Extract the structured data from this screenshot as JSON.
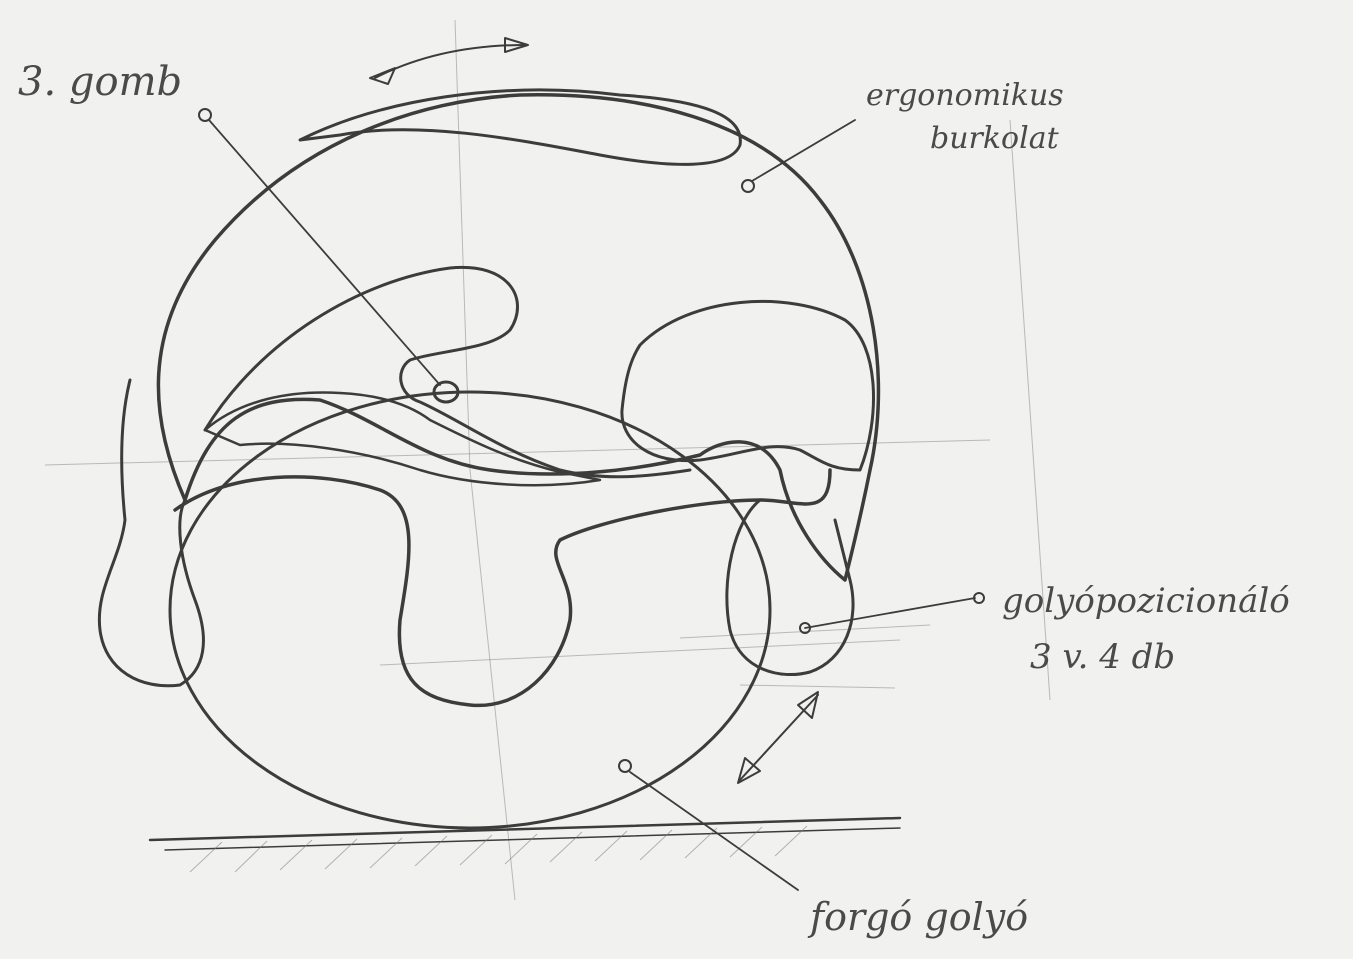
{
  "labels": {
    "third_knob": "3. gomb",
    "ergonomic_housing_line1": "ergonomikus",
    "ergonomic_housing_line2": "burkolat",
    "ball_positioner_line1": "golyópozicionáló",
    "ball_positioner_line2": "3 v. 4 db",
    "rotating_ball": "forgó golyó"
  },
  "colors": {
    "paper": "#f1f1ef",
    "pencil": "#3c3c3c",
    "hatching": "#7d7d7d"
  }
}
